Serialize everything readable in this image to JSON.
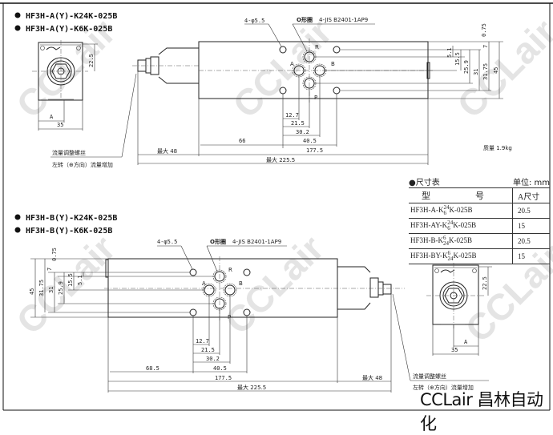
{
  "watermark": "CCLair",
  "top": {
    "titles": [
      "HF3H-A(Y)-K24K-025B",
      "HF3H-A(Y)-K6K-025B"
    ],
    "hole_label": "4-φ5.5",
    "oring_label": "O形圈",
    "oring_spec": "4-JIS B2401-1AP9",
    "ports": {
      "R": "R",
      "A": "A",
      "B": "B",
      "P": "P"
    },
    "front_view": {
      "height": "22.5",
      "a": "A",
      "width": "35"
    },
    "right_dims": [
      "0.75",
      "7",
      "5.1",
      "15.5",
      "25.9",
      "31",
      "31.75",
      "45"
    ],
    "bottom_dims": [
      "12.7",
      "21.5",
      "30.2",
      "66",
      "40.5",
      "177.5",
      "最大 225.5"
    ],
    "max_stem": "最大 48",
    "screw_label": "流量调整螺丝",
    "screw_note": "左转（⊕方向）流量增加",
    "mass": "质量 1.9kg"
  },
  "size_table": {
    "title": "●尺寸表",
    "unit": "单位: mm",
    "headers": [
      "型",
      "号",
      "A尺寸"
    ],
    "rows": [
      {
        "pre": "HF3H-A-K",
        "sup": "24",
        "sub": "6",
        "post": "K-025B",
        "a": "20.5"
      },
      {
        "pre": "HF3H-AY-K",
        "sup": "24",
        "sub": "6",
        "post": "K-025B",
        "a": "15"
      },
      {
        "pre": "HF3H-B-K",
        "sup": "6",
        "sub": "24",
        "post": "K-025B",
        "a": "20.5"
      },
      {
        "pre": "HF3H-BY-K",
        "sup": "6",
        "sub": "24",
        "post": "K-025B",
        "a": "15"
      }
    ]
  },
  "bottom": {
    "titles": [
      "HF3H-B(Y)-K24K-025B",
      "HF3H-B(Y)-K6K-025B"
    ],
    "hole_label": "4-φ5.5",
    "oring_label": "O形圈",
    "oring_spec": "4-JIS B2401-1AP9",
    "left_dims": [
      "0.75",
      "7",
      "31.75",
      "31",
      "25.9",
      "15.5",
      "5.1",
      "45"
    ],
    "front_view": {
      "height": "22.5",
      "a": "A",
      "width": "35"
    },
    "bottom_dims": [
      "12.7",
      "21.5",
      "30.2",
      "68.5",
      "40.5",
      "177.5",
      "最大 225.5"
    ],
    "max_stem": "最大 48",
    "screw_label": "流量调整螺丝",
    "screw_note": "左转（⊕方向）流量增加"
  },
  "brand": "CCLair 昌林自动化"
}
